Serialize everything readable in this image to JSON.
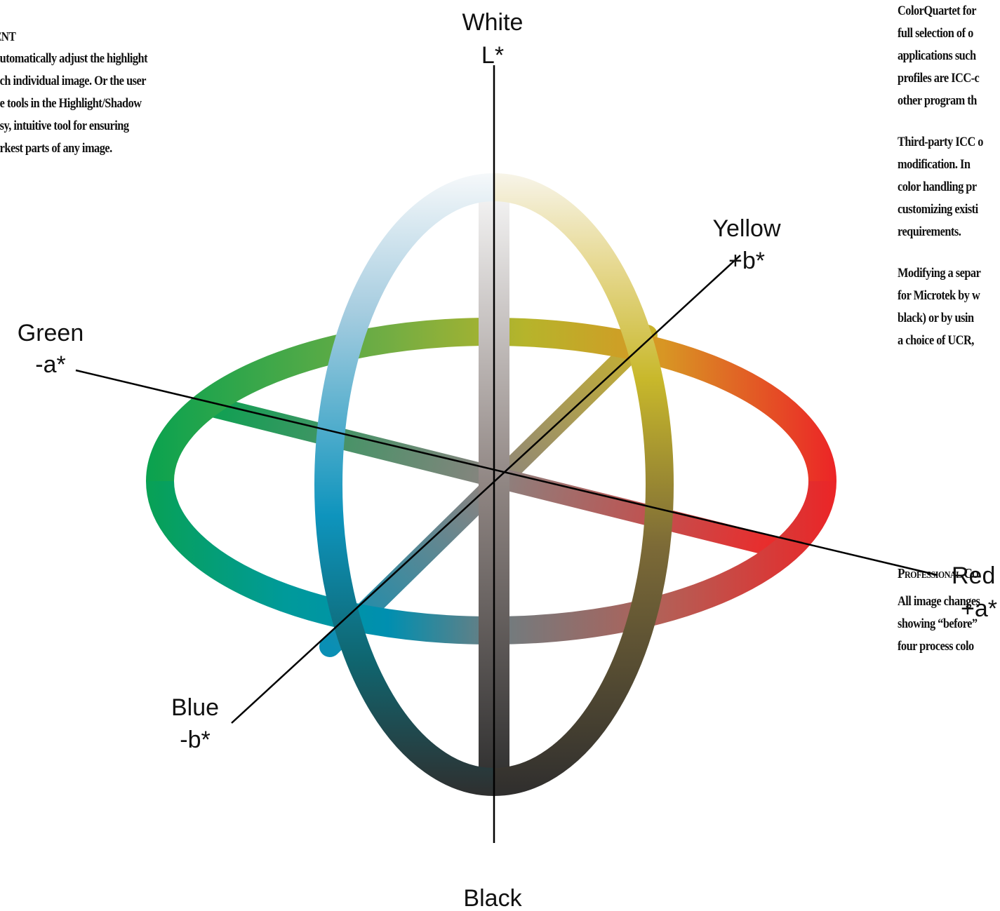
{
  "left_column": {
    "heading": "ENT",
    "lines": [
      "automatically adjust the highlight",
      "ach individual image. Or the user",
      "ve tools in the Highlight/Shadow",
      "asy, intuitive tool for ensuring",
      "arkest parts of any image."
    ]
  },
  "right_column": {
    "paragraphs": [
      [
        "ColorQuartet for ",
        "full selection of o",
        "applications such",
        "profiles are ICC-c",
        "other program th"
      ],
      [
        "Third-party ICC o",
        "modification.  In ",
        "color handling pr",
        "customizing existi",
        "requirements."
      ],
      [
        "Modifying a separ",
        "for Microtek by w",
        "black) or by usin",
        "a choice of UCR, "
      ]
    ],
    "section_heading": "Professional Co",
    "section_lines": [
      "All image changes",
      "showing “before”",
      "four process colo"
    ]
  },
  "diagram": {
    "white_label": "White",
    "l_label": "L*",
    "black_label": "Black",
    "yellow_label": "Yellow",
    "plus_b_label": "+b*",
    "green_label": "Green",
    "minus_a_label": "-a*",
    "red_label": "Red",
    "plus_a_label": "+a*",
    "blue_label": "Blue",
    "minus_b_label": "-b*",
    "colors": {
      "white": "#f4f7f9",
      "black": "#2e2e2e",
      "gray_center": "#8d8280",
      "yellow": "#c9b42a",
      "yellow_light": "#ede3b0",
      "green": "#13a350",
      "red": "#ee2a26",
      "orange": "#e2701e",
      "blue": "#0092bc",
      "blue_light": "#a8cfe2",
      "olive": "#7a6a3a",
      "teal_dark": "#125a5c"
    }
  }
}
